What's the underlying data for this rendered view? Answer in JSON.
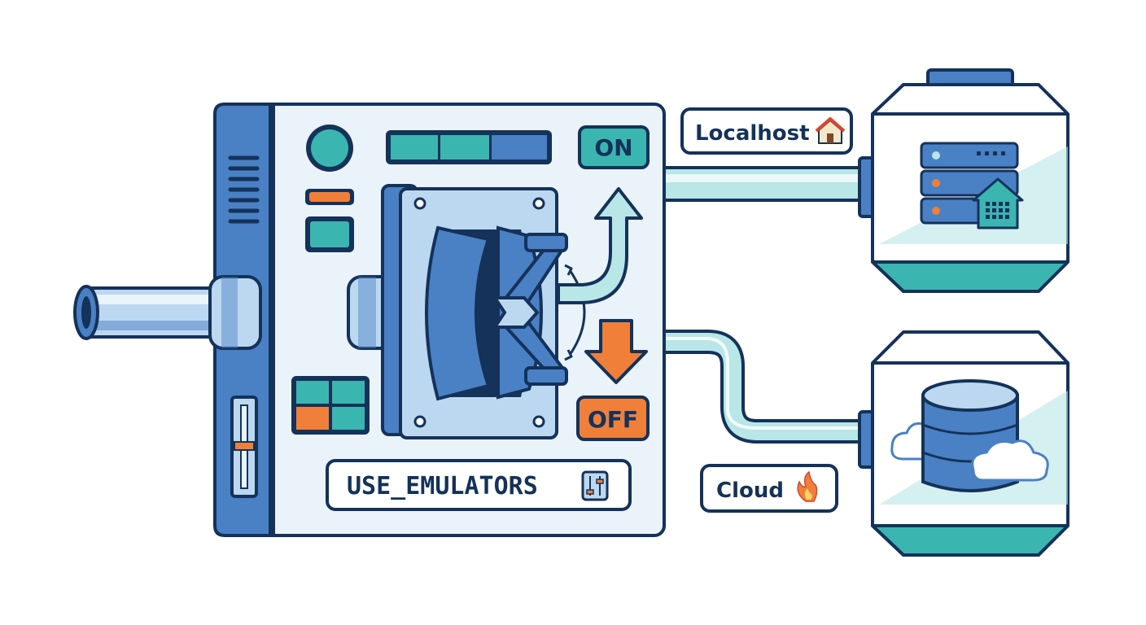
{
  "labels": {
    "localhost": "Localhost",
    "cloud": "Cloud",
    "on": "ON",
    "off": "OFF",
    "flag": "USE_EMULATORS"
  },
  "icons": {
    "localhost_badge": "house-icon",
    "cloud_badge": "fire-icon",
    "flag_badge": "sliders-icon",
    "local_server": "server-rack-icon",
    "cloud_db": "database-cloud-icon"
  },
  "colors": {
    "outline": "#14325a",
    "blue": "#4a80c4",
    "blue_light": "#bcd8f0",
    "panel": "#eaf2fa",
    "teal": "#3bb5b0",
    "teal_light": "#b9e6e6",
    "orange": "#f07f3a"
  }
}
